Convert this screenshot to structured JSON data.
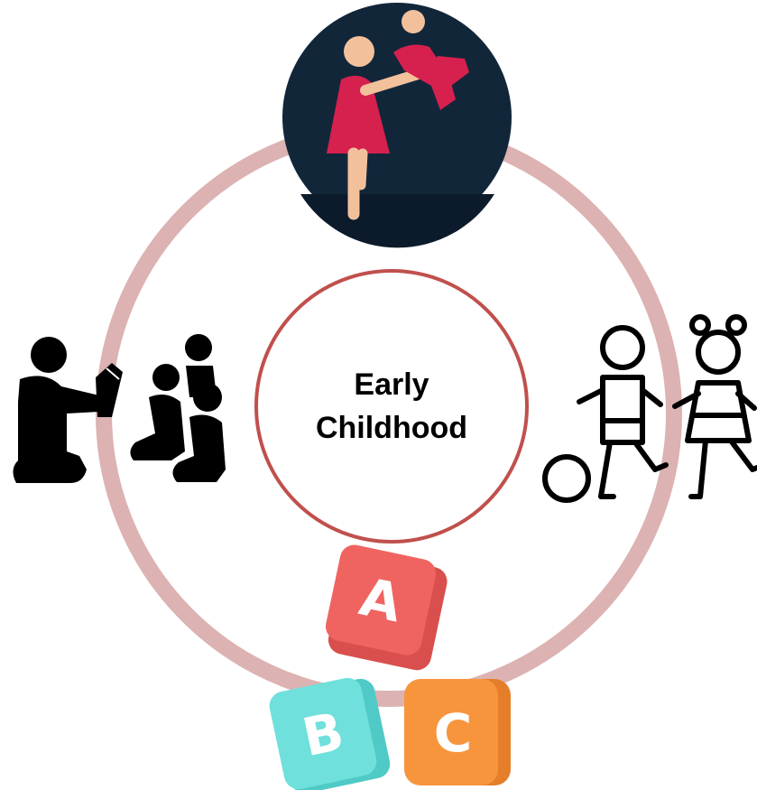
{
  "diagram": {
    "center": {
      "line1": "Early",
      "line2": "Childhood"
    },
    "nodes": [
      {
        "id": "top",
        "icon": "mother-lifting-baby-icon"
      },
      {
        "id": "left",
        "icon": "teacher-reading-to-children-icon"
      },
      {
        "id": "right",
        "icon": "children-playing-ball-icon"
      },
      {
        "id": "bottom",
        "icon": "abc-blocks-icon"
      }
    ],
    "blocks": [
      {
        "letter": "A",
        "color": "#ef6461"
      },
      {
        "letter": "B",
        "color": "#6fe0dc"
      },
      {
        "letter": "C",
        "color": "#f7953d"
      }
    ],
    "colors": {
      "ring": "#dcb2b2",
      "inner_circle_stroke": "#c0504d",
      "top_circle_bg": "#12263a",
      "figure_red": "#d6204e",
      "skin": "#f2c19c"
    }
  }
}
